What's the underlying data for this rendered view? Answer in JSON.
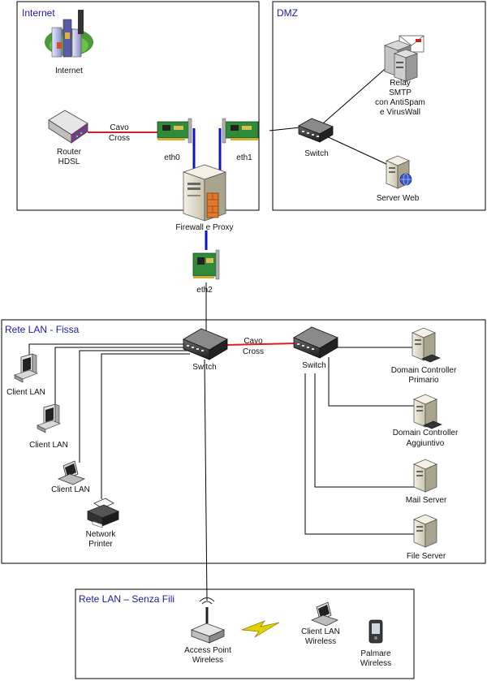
{
  "zones": {
    "internet": "Internet",
    "dmz": "DMZ",
    "lan_wired": "Rete LAN - Fissa",
    "lan_wireless": "Rete LAN – Senza Fili"
  },
  "labels": {
    "internet": "Internet",
    "router": [
      "Router",
      "HDSL"
    ],
    "cable_top": [
      "Cavo",
      "Cross"
    ],
    "eth0": "eth0",
    "eth1": "eth1",
    "eth2": "eth2",
    "firewall": "Firewall e Proxy",
    "dmz_switch": "Switch",
    "relay": [
      "Relay",
      "SMTP",
      "con AntiSpam",
      "e VirusWall"
    ],
    "web_server": "Server Web",
    "lan_switch_left": "Switch",
    "lan_switch_right": "Switch",
    "cable_lan": [
      "Cavo",
      "Cross"
    ],
    "client_1": "Client LAN",
    "client_2": "Client LAN",
    "client_3": "Client LAN",
    "printer": [
      "Network",
      "Printer"
    ],
    "dc_primary": [
      "Domain Controller",
      "Primario"
    ],
    "dc_additional": [
      "Domain Controller",
      "Aggiuntivo"
    ],
    "mail_server": "Mail Server",
    "file_server": "File Server",
    "access_point": [
      "Access Point",
      "Wireless"
    ],
    "wireless_client": [
      "Client LAN",
      "Wireless"
    ],
    "palmare": [
      "Palmare",
      "Wireless"
    ]
  },
  "colors": {
    "zone_title": "#1a1aa6",
    "cross_cable": "#d92020",
    "firewall_link": "#0a14c8",
    "lightning": "#e0d000"
  }
}
